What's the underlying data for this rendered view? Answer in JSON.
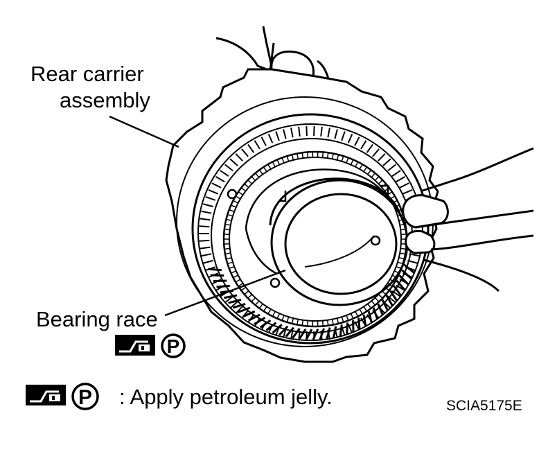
{
  "labels": {
    "rear_carrier_line1": "Rear carrier",
    "rear_carrier_line2": "assembly",
    "bearing_race": "Bearing race"
  },
  "legend": {
    "symbol_letter": "P",
    "text": ": Apply petroleum jelly."
  },
  "figure_code": "SCIA5175E",
  "icons": [
    "grease-gun-icon",
    "petroleum-jelly-icon"
  ],
  "colors": {
    "ink": "#000000",
    "paper": "#ffffff"
  }
}
